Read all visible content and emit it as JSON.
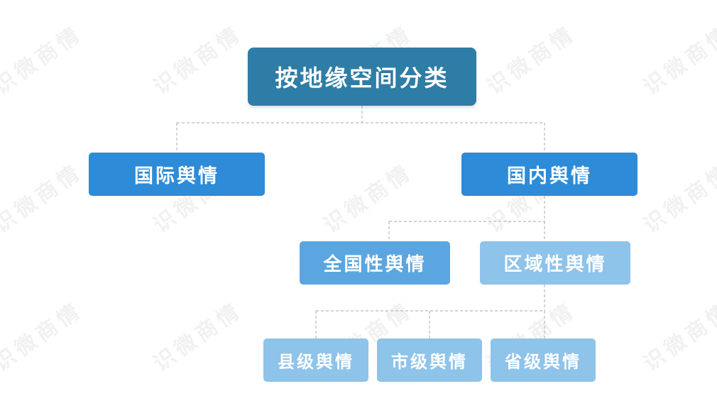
{
  "diagram": {
    "root": {
      "label": "按地缘空间分类"
    },
    "level1": [
      {
        "label": "国际舆情"
      },
      {
        "label": "国内舆情"
      }
    ],
    "level2": [
      {
        "label": "全国性舆情"
      },
      {
        "label": "区域性舆情"
      }
    ],
    "level3": [
      {
        "label": "县级舆情"
      },
      {
        "label": "市级舆情"
      },
      {
        "label": "省级舆情"
      }
    ]
  },
  "watermark": {
    "text": "识微商情"
  },
  "colors": {
    "root": "#2e7da6",
    "level1": "#2d8bd7",
    "national": "#5ba6e0",
    "light": "#8ec3ea",
    "connector": "#b9b9b9"
  }
}
